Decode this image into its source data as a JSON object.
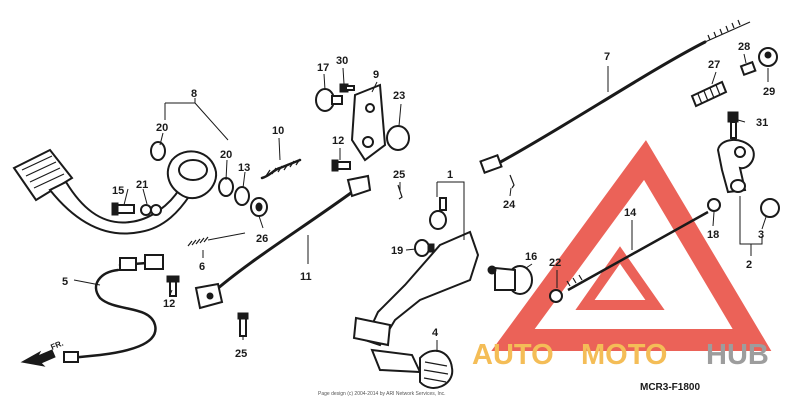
{
  "diagram_code": "MCR3-F1800",
  "copyright": "Page design (c) 2004-2014 by ARI Network Services, Inc.",
  "direction_label": "FR.",
  "watermark": {
    "auto": "AUTO",
    "moto": "MOTO",
    "hub": "HUB",
    "colors": {
      "auto": "#f3b23a",
      "moto": "#f3b23a",
      "hub": "#8c8c8c",
      "triangle": "#e8473b"
    }
  },
  "callouts": [
    "8",
    "20",
    "20",
    "15",
    "21",
    "13",
    "10",
    "17",
    "30",
    "9",
    "23",
    "12",
    "11",
    "5",
    "6",
    "26",
    "12",
    "25",
    "25",
    "1",
    "19",
    "16",
    "7",
    "28",
    "27",
    "29",
    "31",
    "24",
    "14",
    "22",
    "18",
    "3",
    "2",
    "4"
  ]
}
